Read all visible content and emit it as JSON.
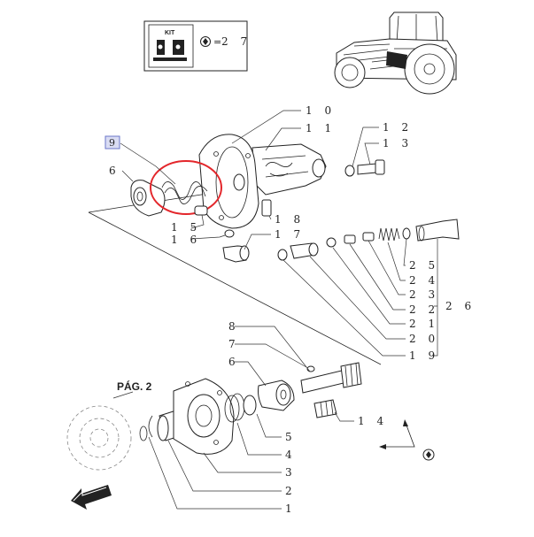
{
  "kit_box": {
    "kit_label": "KIT",
    "ref_number": "2 7"
  },
  "pages": {
    "ref_label": "PÁG. 2"
  },
  "callouts": {
    "n1": "1",
    "n2": "2",
    "n3": "3",
    "n4": "4",
    "n5": "5",
    "n6a": "6",
    "n6b": "6",
    "n7": "7",
    "n8": "8",
    "n9": "9",
    "n10": "1 0",
    "n11": "1 1",
    "n12": "1 2",
    "n13": "1 3",
    "n14": "1 4",
    "n15": "1 5",
    "n16": "1 6",
    "n17": "1 7",
    "n18": "1 8",
    "n19": "1 9",
    "n20": "2 0",
    "n21": "2 1",
    "n22": "2 2",
    "n23": "2 3",
    "n24": "2 4",
    "n25": "2 5",
    "n26": "2 6"
  },
  "highlight": {
    "callout": "9",
    "color": "#e3262b",
    "tag_fill": "#d9dcf3",
    "tag_stroke": "#6a76c9"
  }
}
